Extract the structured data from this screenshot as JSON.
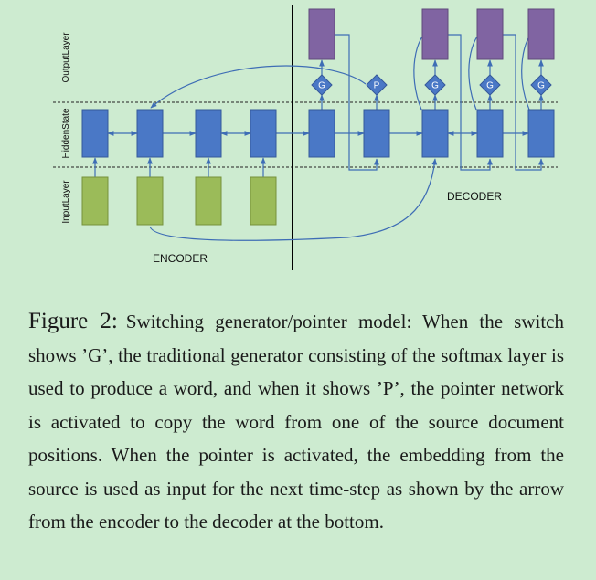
{
  "diagram": {
    "row_labels": {
      "output": "OutputLayer",
      "hidden": "HiddenState",
      "input": "InputLayer"
    },
    "encoder_label": "ENCODER",
    "decoder_label": "DECODER",
    "switch_labels": [
      "G",
      "P",
      "G",
      "G",
      "G"
    ],
    "colors": {
      "background": "#cdebd0",
      "hidden_state": "#4a78c6",
      "input_layer": "#9bbb59",
      "output_layer": "#8064a2",
      "switch": "#4a78c6",
      "arrow": "#3e6db5"
    }
  },
  "caption": {
    "label": "Figure 2:",
    "text": "Switching generator/pointer model: When the switch shows ’G’, the traditional generator consisting of the softmax layer is used to produce a word, and when it shows ’P’, the pointer network is activated to copy the word from one of the source document positions. When the pointer is activated, the embedding from the source is used as input for the next time-step as shown by the arrow from the encoder to the decoder at the bottom."
  }
}
